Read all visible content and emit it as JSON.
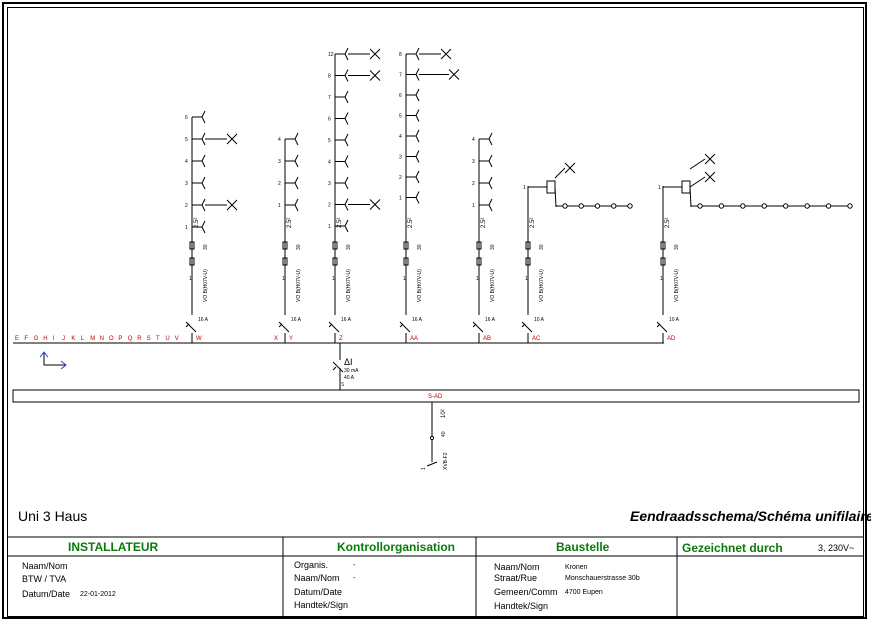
{
  "project_title": "Uni 3 Haus",
  "schema_title": "Eendraadsschema/Schéma unifilaire",
  "bus_letters": [
    "E",
    "F",
    "G",
    "H",
    "I",
    "J",
    "K",
    "L",
    "M",
    "N",
    "O",
    "P",
    "Q",
    "R",
    "S",
    "T",
    "U",
    "V"
  ],
  "circuits": [
    {
      "id": "W",
      "breaker": "16 A",
      "cable": "VO B(H07V-U)",
      "section": "2.5²",
      "count": "30",
      "outputs": [
        "6",
        "5",
        "4",
        "3",
        "2",
        "1"
      ]
    },
    {
      "id": "X",
      "breaker": "",
      "cable": "",
      "section": "",
      "count": "",
      "outputs": []
    },
    {
      "id": "Y",
      "breaker": "16 A",
      "cable": "VO B(H07V-U)",
      "section": "2.5²",
      "count": "30",
      "outputs": [
        "4",
        "3",
        "2",
        "1"
      ]
    },
    {
      "id": "Z",
      "breaker": "16 A",
      "cable": "VO B(H07V-U)",
      "section": "2.5²",
      "count": "30",
      "outputs": [
        "12",
        "8",
        "7",
        "6",
        "5",
        "4",
        "3",
        "2",
        "1"
      ]
    },
    {
      "id": "AA",
      "breaker": "16 A",
      "cable": "VO B(H07V-U)",
      "section": "2.5²",
      "count": "30",
      "outputs": [
        "8",
        "7",
        "6",
        "5",
        "4",
        "3",
        "2",
        "1"
      ]
    },
    {
      "id": "AB",
      "breaker": "16 A",
      "cable": "VO B(H07V-U)",
      "section": "2.5²",
      "count": "30",
      "outputs": [
        "4",
        "3",
        "2",
        "1"
      ]
    },
    {
      "id": "AC",
      "breaker": "10 A",
      "cable": "VO B(H07V-U)",
      "section": "2.5²",
      "count": "30",
      "outputs": [
        "1"
      ]
    },
    {
      "id": "AD",
      "breaker": "10 A",
      "cable": "VO B(H07V-U)",
      "section": "2.5²",
      "count": "30",
      "outputs": [
        "1"
      ]
    }
  ],
  "main_breaker": {
    "delta": "ΔI",
    "sensitivity": "30 mA",
    "current": "40 A",
    "label": "S"
  },
  "main_bus_label": "S-AD",
  "supply": {
    "cable": "XVB-F2",
    "section": "10²",
    "count": "40",
    "phase": "1"
  },
  "title_block": {
    "installateur": {
      "header": "INSTALLATEUR",
      "rows": [
        {
          "label": "Naam/Nom",
          "value": ""
        },
        {
          "label": "BTW / TVA",
          "value": ""
        },
        {
          "label": "Datum/Date",
          "value": "22-01-2012"
        }
      ]
    },
    "kontroll": {
      "header": "Kontrollorganisation",
      "rows": [
        {
          "label": "Organis.",
          "value": "-"
        },
        {
          "label": "Naam/Nom",
          "value": "-"
        },
        {
          "label": "Datum/Date",
          "value": ""
        },
        {
          "label": "Handtek/Sign",
          "value": ""
        }
      ]
    },
    "baustelle": {
      "header": "Baustelle",
      "rows": [
        {
          "label": "Naam/Nom",
          "value": "Kronen"
        },
        {
          "label": "Straat/Rue",
          "value": "Monschauerstrasse 30b"
        },
        {
          "label": "Gemeen/Comm",
          "value": "4700 Eupen"
        },
        {
          "label": "Handtek/Sign",
          "value": ""
        }
      ]
    },
    "gezeichnet": {
      "header": "Gezeichnet durch",
      "value": "3, 230V~"
    }
  },
  "colors": {
    "bus_text": "#c00000",
    "header_text": "#0a7a0a",
    "line": "#000000"
  }
}
